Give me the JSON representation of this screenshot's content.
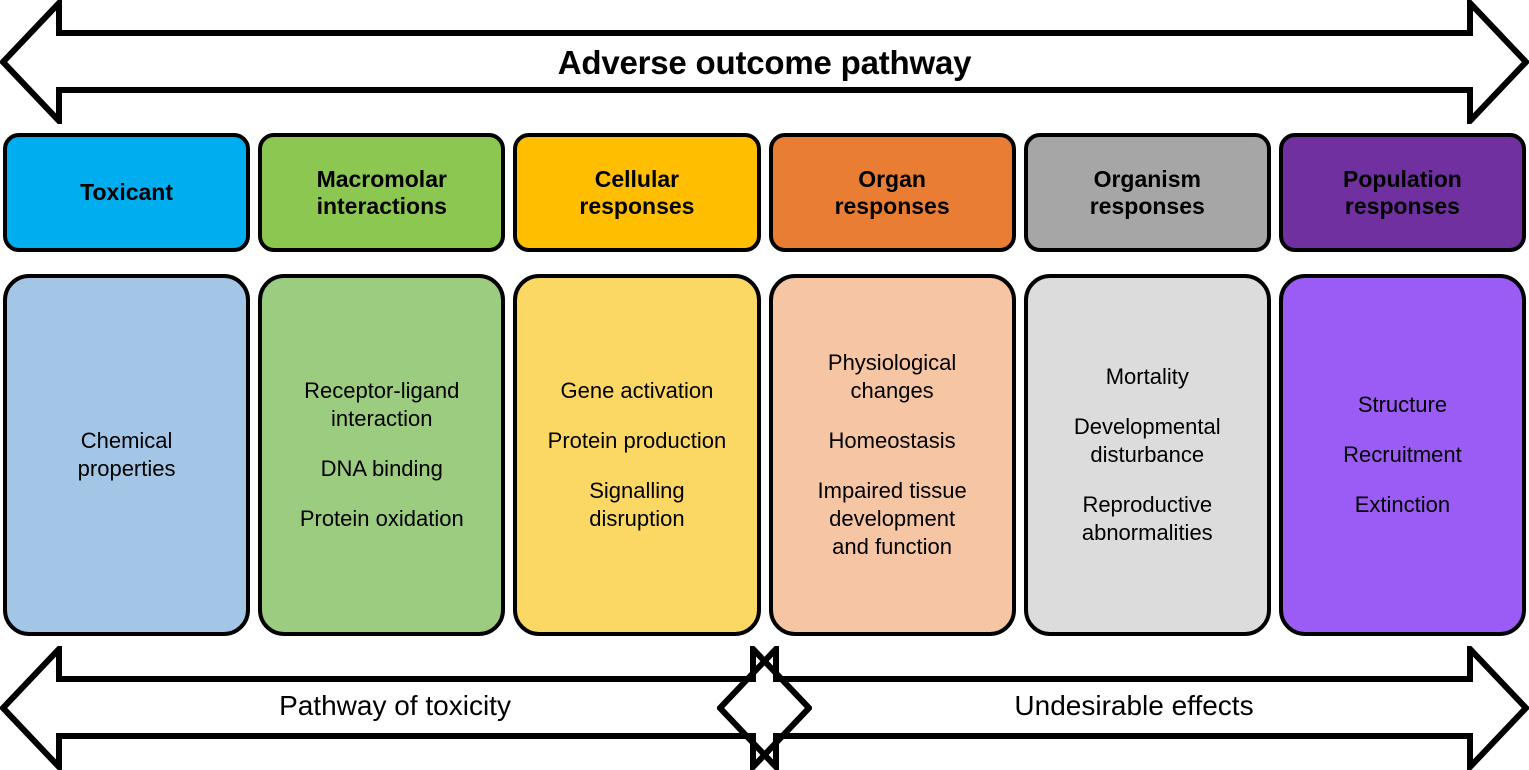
{
  "diagram": {
    "title": "Adverse outcome pathway",
    "top_arrow": {
      "label": "Adverse outcome pathway",
      "direction": "bidirectional"
    },
    "bottom_arrows": [
      {
        "label": "Pathway of toxicity",
        "direction": "bidirectional"
      },
      {
        "label": "Undesirable effects",
        "direction": "bidirectional"
      }
    ],
    "stages": [
      {
        "header": "Toxicant",
        "header_color": "#00AEEF",
        "content_color": "#A3C6E7",
        "entries": [
          "Chemical\nproperties"
        ]
      },
      {
        "header": "Macromolar\ninteractions",
        "header_color": "#8CC751",
        "content_color": "#9CCC7F",
        "entries": [
          "Receptor-ligand\ninteraction",
          "DNA binding",
          "Protein oxidation"
        ]
      },
      {
        "header": "Cellular\nresponses",
        "header_color": "#FFBF00",
        "content_color": "#FBD864",
        "entries": [
          "Gene activation",
          "Protein production",
          "Signalling\ndisruption"
        ]
      },
      {
        "header": "Organ\nresponses",
        "header_color": "#E87D33",
        "content_color": "#F6C6A4",
        "entries": [
          "Physiological\nchanges",
          "Homeostasis",
          "Impaired tissue\ndevelopment\nand function"
        ]
      },
      {
        "header": "Organism\nresponses",
        "header_color": "#A6A6A6",
        "content_color": "#DCDCDC",
        "entries": [
          "Mortality",
          "Developmental\ndisturbance",
          "Reproductive\nabnormalities"
        ]
      },
      {
        "header": "Population\nresponses",
        "header_color": "#7030A0",
        "content_color": "#9B5CF6",
        "entries": [
          "Structure",
          "Recruitment",
          "Extinction"
        ]
      }
    ],
    "colors": {
      "outline": "#000000",
      "background": "#FFFFFF",
      "text": "#000000"
    }
  }
}
